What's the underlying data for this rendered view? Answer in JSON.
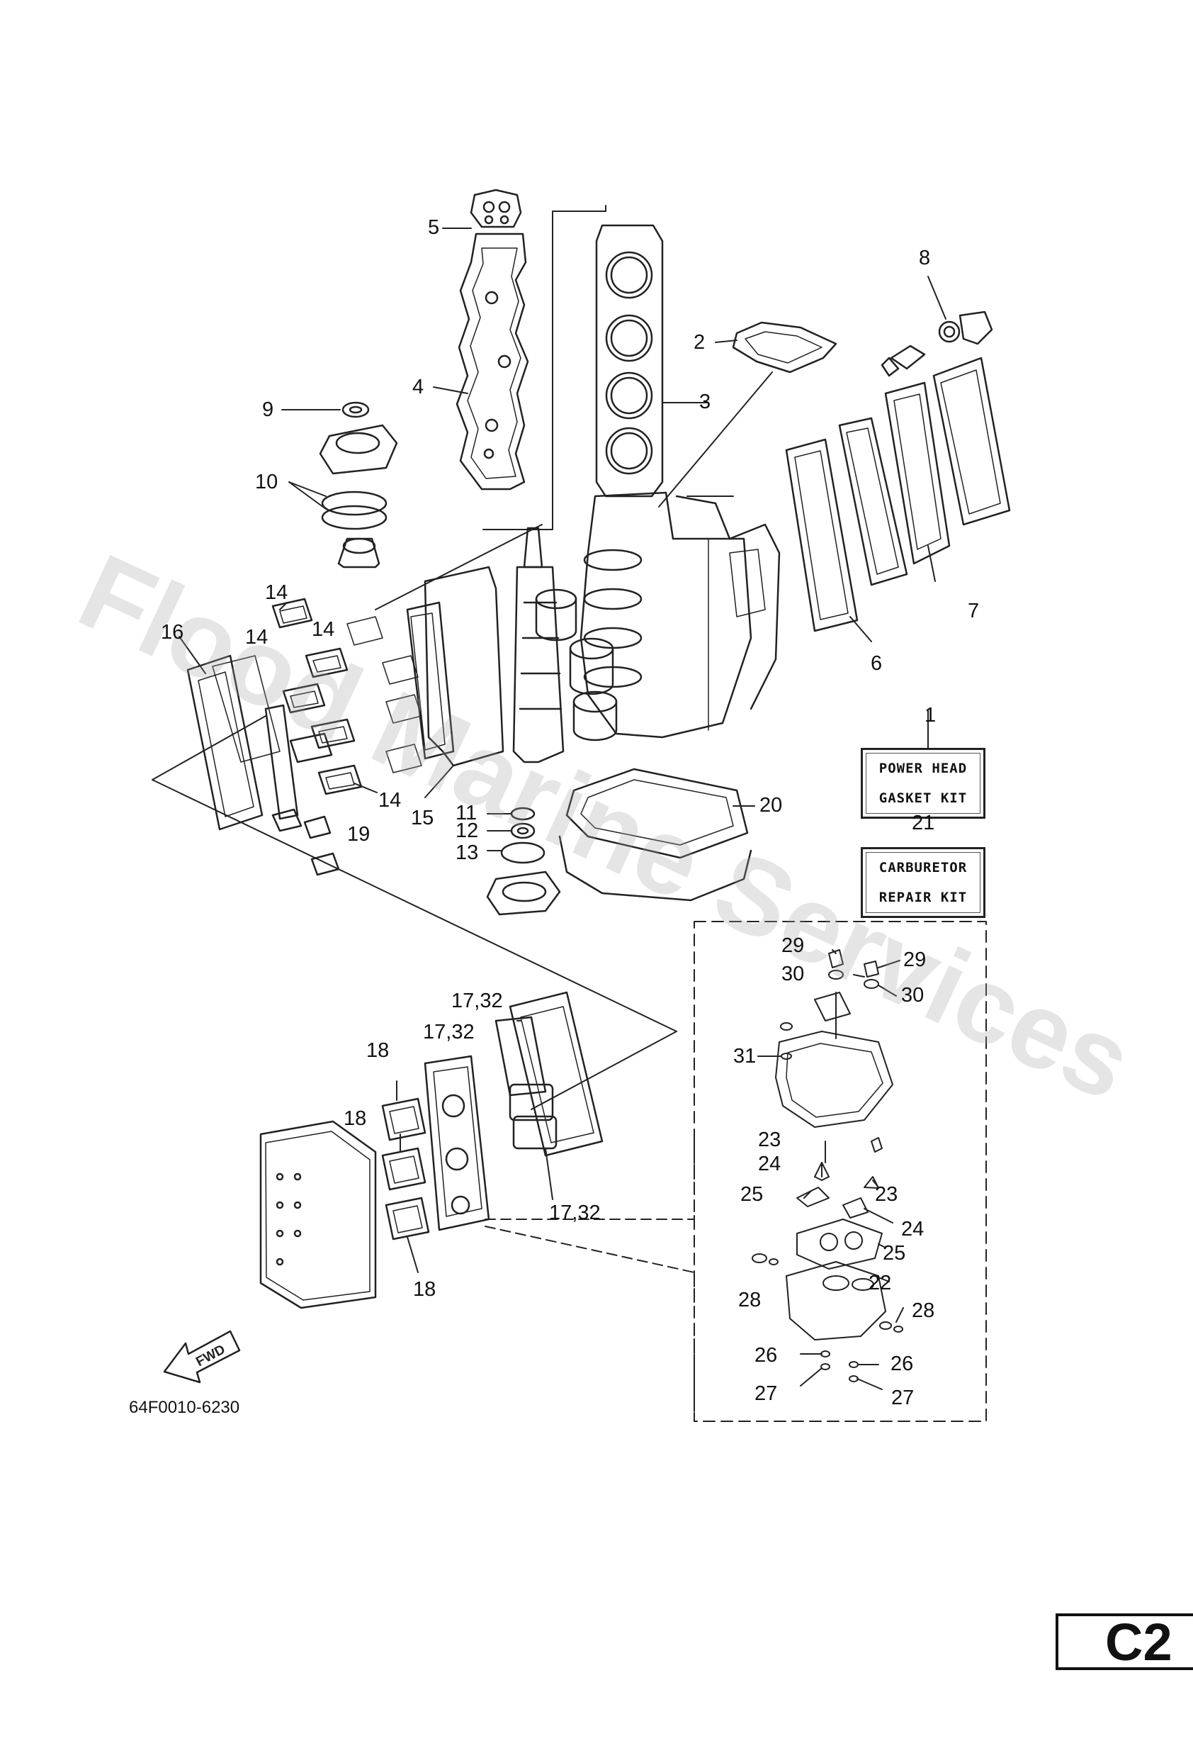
{
  "watermark": "Flood Marine Services",
  "drawing_code": "64F0010-6230",
  "page_tag": "C2",
  "fwd_label": "FWD",
  "kits": [
    {
      "ref": "1",
      "lines": [
        "POWER HEAD",
        "GASKET KIT"
      ]
    },
    {
      "ref": "21",
      "lines": [
        "CARBURETOR",
        "REPAIR KIT"
      ]
    }
  ],
  "callouts": [
    {
      "id": "5",
      "label": "5"
    },
    {
      "id": "2",
      "label": "2"
    },
    {
      "id": "8",
      "label": "8"
    },
    {
      "id": "4",
      "label": "4"
    },
    {
      "id": "3",
      "label": "3"
    },
    {
      "id": "9",
      "label": "9"
    },
    {
      "id": "10",
      "label": "10"
    },
    {
      "id": "7",
      "label": "7"
    },
    {
      "id": "6",
      "label": "6"
    },
    {
      "id": "14a",
      "label": "14"
    },
    {
      "id": "14b",
      "label": "14"
    },
    {
      "id": "14c",
      "label": "14"
    },
    {
      "id": "14d",
      "label": "14"
    },
    {
      "id": "16",
      "label": "16"
    },
    {
      "id": "15",
      "label": "15"
    },
    {
      "id": "11",
      "label": "11"
    },
    {
      "id": "12",
      "label": "12"
    },
    {
      "id": "13",
      "label": "13"
    },
    {
      "id": "19",
      "label": "19"
    },
    {
      "id": "20",
      "label": "20"
    },
    {
      "id": "1",
      "label": "1"
    },
    {
      "id": "21",
      "label": "21"
    },
    {
      "id": "29a",
      "label": "29"
    },
    {
      "id": "30a",
      "label": "30"
    },
    {
      "id": "29b",
      "label": "29"
    },
    {
      "id": "30b",
      "label": "30"
    },
    {
      "id": "31",
      "label": "31"
    },
    {
      "id": "17-32a",
      "label": "17,32"
    },
    {
      "id": "17-32b",
      "label": "17,32"
    },
    {
      "id": "17-32c",
      "label": "17,32"
    },
    {
      "id": "18a",
      "label": "18"
    },
    {
      "id": "18b",
      "label": "18"
    },
    {
      "id": "18c",
      "label": "18"
    },
    {
      "id": "23a",
      "label": "23"
    },
    {
      "id": "24a",
      "label": "24"
    },
    {
      "id": "25a",
      "label": "25"
    },
    {
      "id": "23b",
      "label": "23"
    },
    {
      "id": "24b",
      "label": "24"
    },
    {
      "id": "25b",
      "label": "25"
    },
    {
      "id": "22",
      "label": "22"
    },
    {
      "id": "28a",
      "label": "28"
    },
    {
      "id": "28b",
      "label": "28"
    },
    {
      "id": "26a",
      "label": "26"
    },
    {
      "id": "26b",
      "label": "26"
    },
    {
      "id": "27a",
      "label": "27"
    },
    {
      "id": "27b",
      "label": "27"
    }
  ]
}
